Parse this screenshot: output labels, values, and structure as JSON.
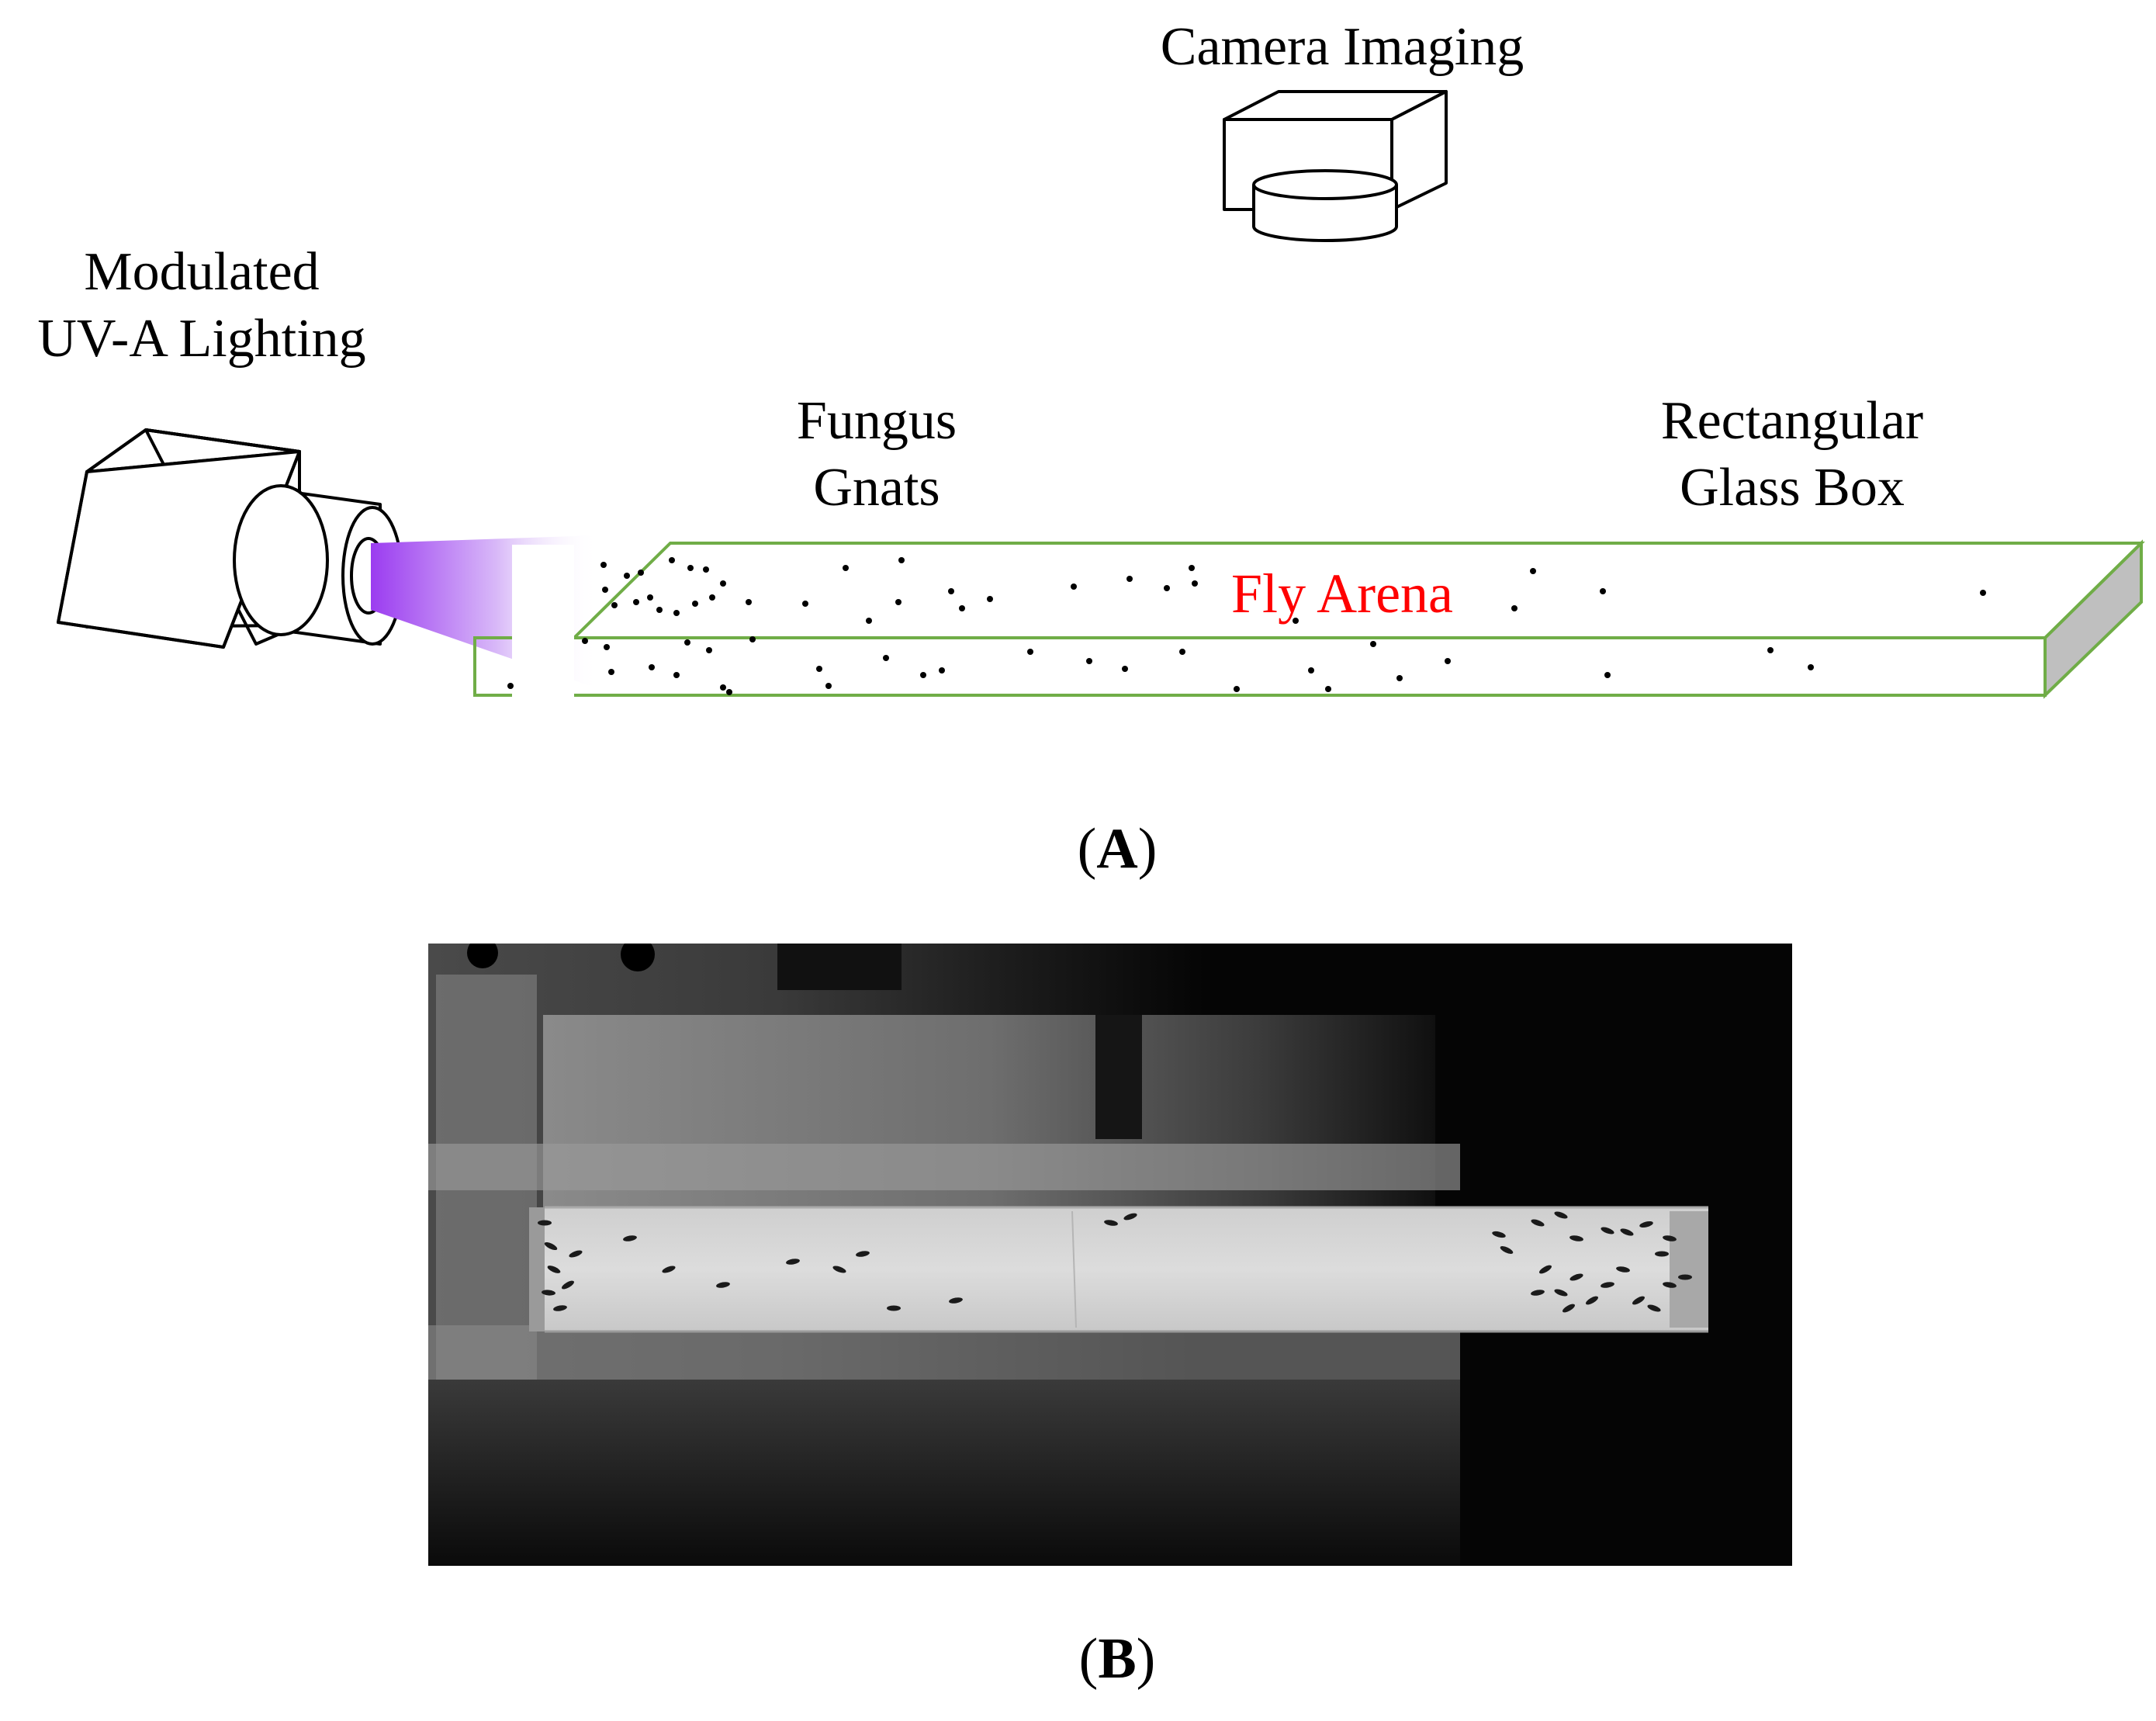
{
  "panel_a": {
    "label_open": "(",
    "label_letter": "A",
    "label_close": ")",
    "light_label_line1": "Modulated",
    "light_label_line2": "UV-A Lighting",
    "camera_label": "Camera Imaging",
    "gnats_label_line1": "Fungus",
    "gnats_label_line2": "Gnats",
    "box_label_line1": "Rectangular",
    "box_label_line2": "Glass Box",
    "arena_label": "Fly Arena"
  },
  "panel_b": {
    "label_open": "(",
    "label_letter": "B",
    "label_close": ")"
  },
  "colors": {
    "arena_text": "#ff0000",
    "box_edge": "#70ad47",
    "box_end_fill": "#bfbfbf",
    "uv_beam": "#9b3cf0",
    "photo_bg": "#050505",
    "photo_tube": "#d9d9d9"
  }
}
